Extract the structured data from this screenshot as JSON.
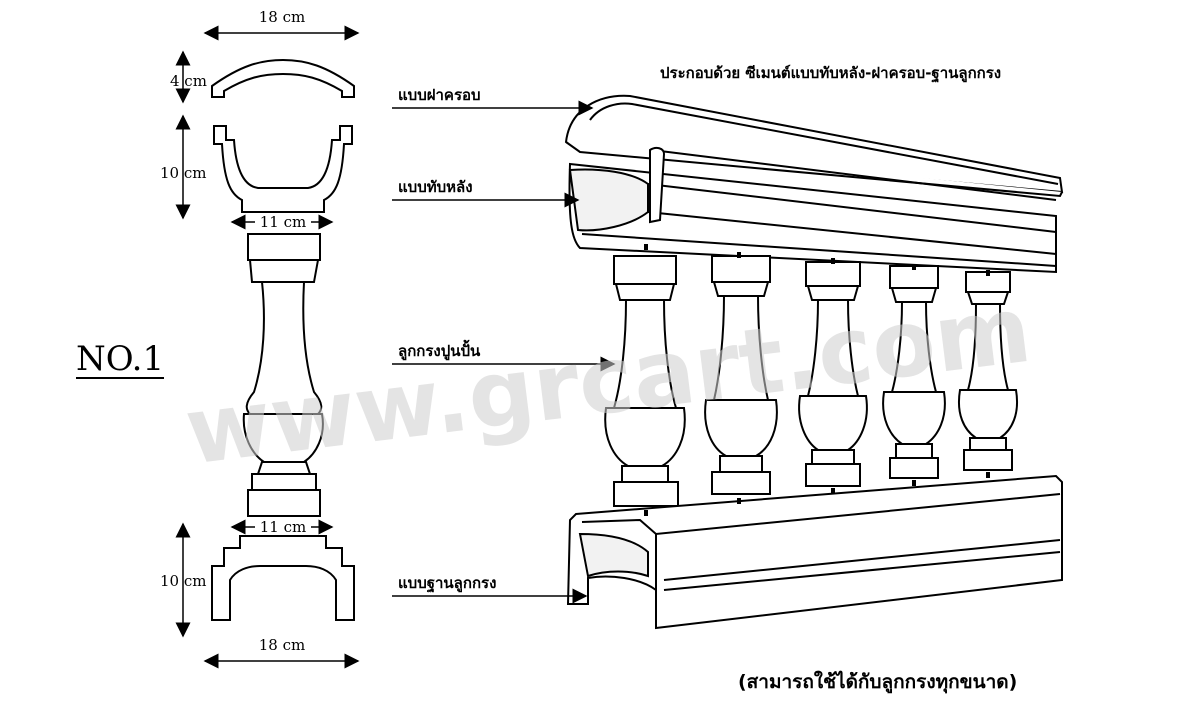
{
  "dimensions": {
    "cap_width": "18 cm",
    "cap_height": "4 cm",
    "rail_height": "10 cm",
    "rail_inner_width": "11 cm",
    "base_inner_width": "11 cm",
    "base_height": "10 cm",
    "base_width": "18 cm"
  },
  "model_label": "NO.1",
  "header_text": "ประกอบด้วย ซีเมนต์แบบทับหลัง-ฝาครอบ-ฐานลูกกรง",
  "callouts": {
    "cap": "แบบฝาครอบ",
    "handrail": "แบบทับหลัง",
    "baluster": "ลูกกรงปูนปั้น",
    "base": "แบบฐานลูกกรง"
  },
  "watermark": "www.grcart.com",
  "footer_note": "(สามารถใช้ได้กับลูกกรงทุกขนาด)"
}
